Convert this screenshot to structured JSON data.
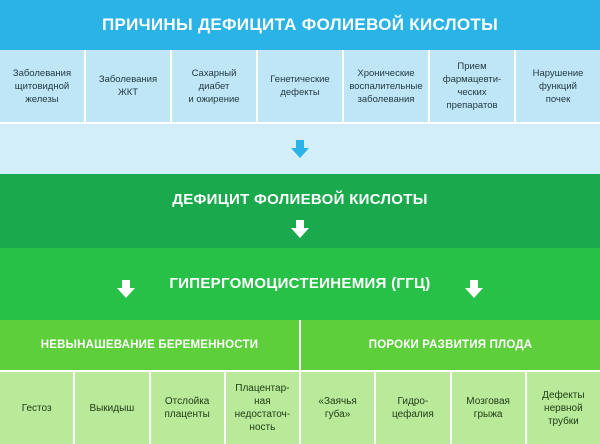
{
  "header": {
    "title": "Причины дефицита фолиевой кислоты"
  },
  "causes": [
    "Заболевания\nщитовидной\nжелезы",
    "Заболевания\nЖКТ",
    "Сахарный\nдиабет\nи ожирение",
    "Генетические\nдефекты",
    "Хронические\nвоспалительные\nзаболевания",
    "Прием\nфармацевти-\nческих\nпрепаратов",
    "Нарушение\nфункций\nпочек"
  ],
  "deficit": {
    "title": "Дефицит фолиевой кислоты"
  },
  "hgc": {
    "title": "Гипергомоцистеинемия (ГГЦ)"
  },
  "outcomes": [
    "Невынашевание беременности",
    "Пороки развития плода"
  ],
  "effects": [
    "Гестоз",
    "Выкидыш",
    "Отслойка\nплаценты",
    "Плацентар-\nная\nнедостаточ-\nность",
    "«Заячья\nгуба»",
    "Гидро-\nцефалия",
    "Мозговая\nгрыжа",
    "Дефекты\nнервной\nтрубки"
  ],
  "colors": {
    "header": "#29b3e6",
    "cause_cell": "#bfe6f6",
    "light_band": "#d2eef9",
    "cyan_arrow": "#29b3e6",
    "deficit_band": "#1aa94c",
    "hgc_band": "#26c146",
    "outcome_head": "#5ccf3b",
    "effect_cell": "#b9ea9a"
  },
  "icons": [
    "arrow-down-icon"
  ]
}
